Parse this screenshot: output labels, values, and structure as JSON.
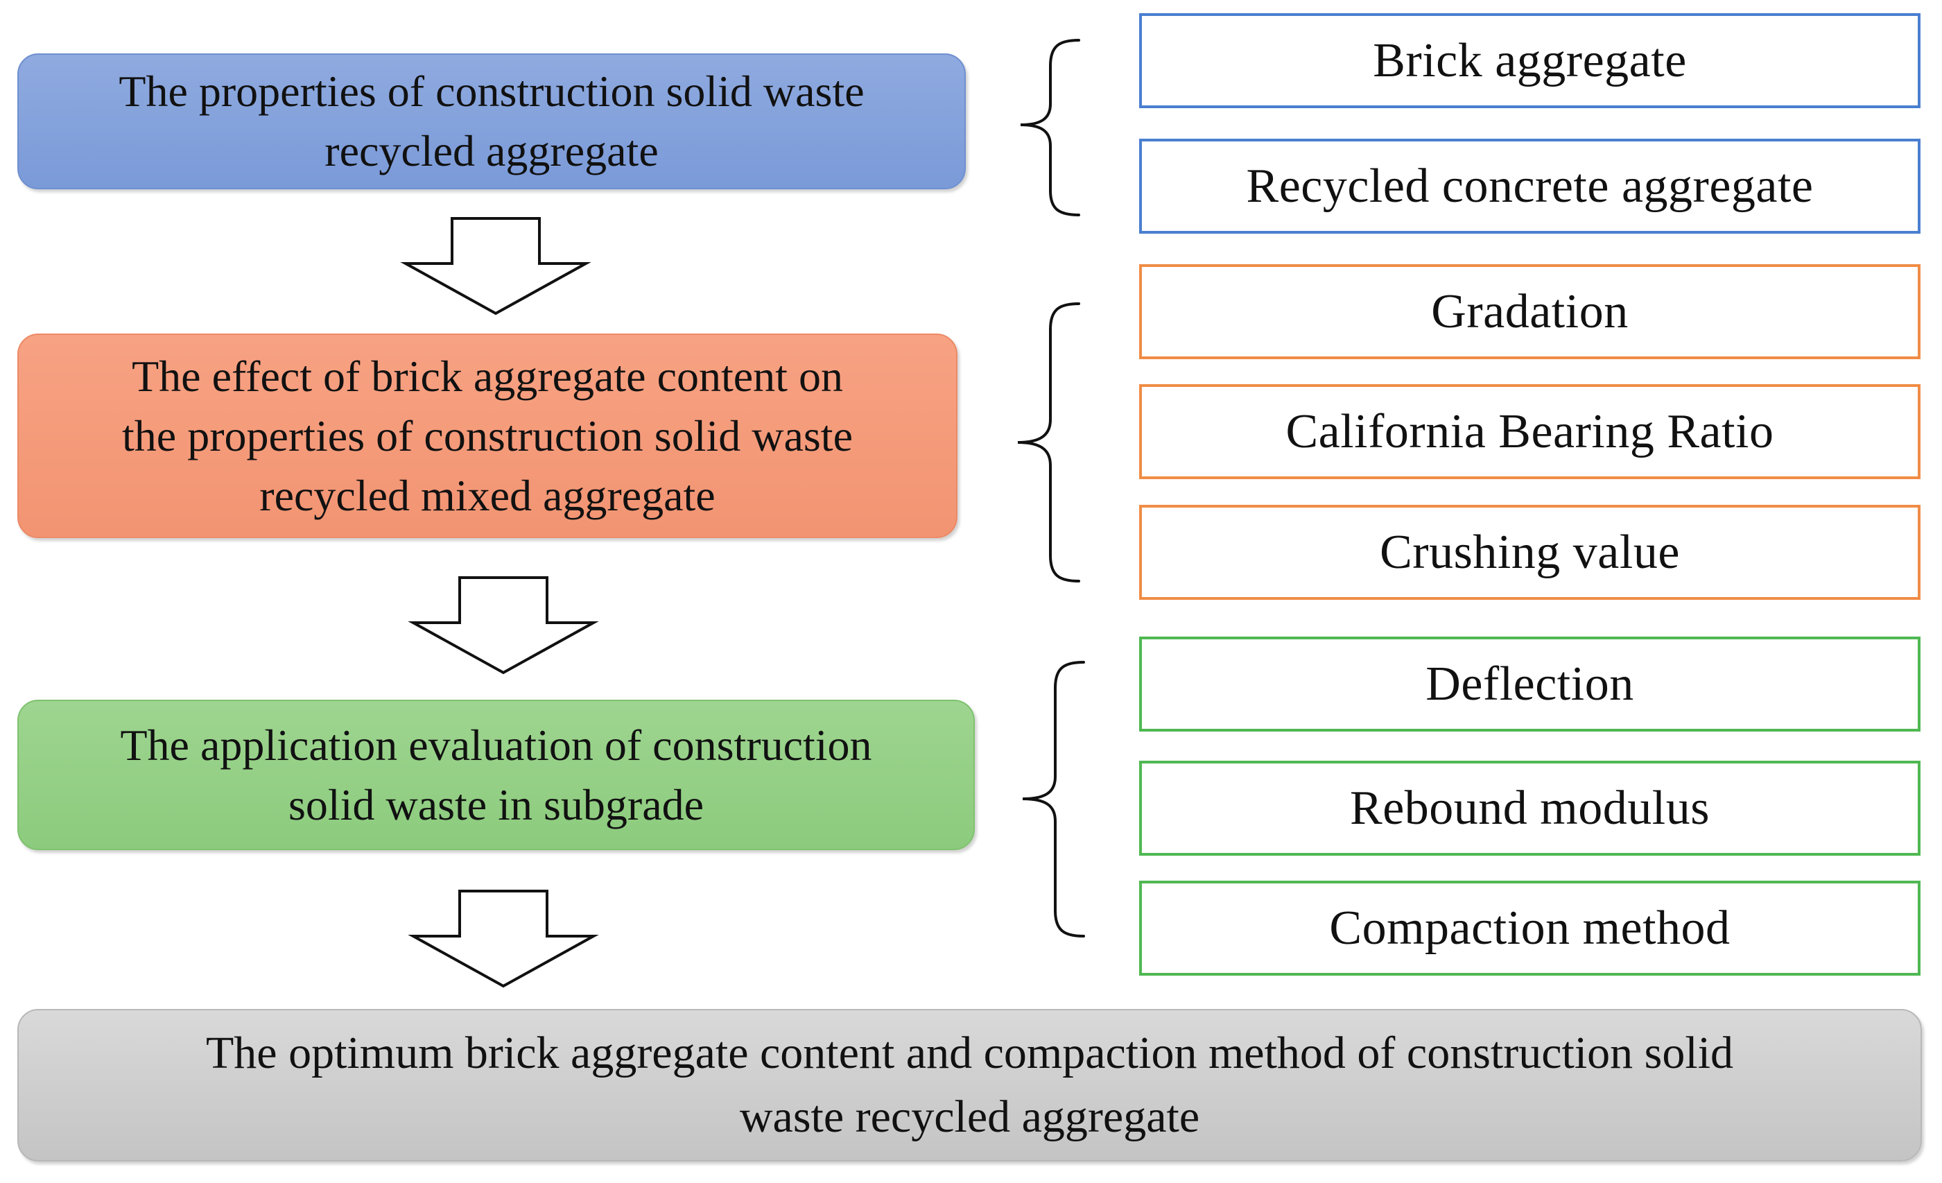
{
  "flow": {
    "steps": [
      {
        "lines": [
          "The properties of construction solid waste",
          "recycled aggregate"
        ]
      },
      {
        "lines": [
          "The effect of brick aggregate content on",
          "the properties of construction solid waste",
          "recycled mixed aggregate"
        ]
      },
      {
        "lines": [
          "The application evaluation of construction",
          "solid waste in subgrade"
        ]
      }
    ],
    "result": {
      "lines": [
        "The optimum brick aggregate content and compaction method of construction solid",
        "waste recycled aggregate"
      ]
    }
  },
  "groups": [
    {
      "color": "#4a7fd0",
      "items": [
        "Brick aggregate",
        "Recycled concrete aggregate"
      ]
    },
    {
      "color": "#f08c46",
      "items": [
        "Gradation",
        "California Bearing Ratio",
        "Crushing value"
      ]
    },
    {
      "color": "#4fb852",
      "items": [
        "Deflection",
        "Rebound modulus",
        "Compaction method"
      ]
    }
  ],
  "icons": [
    "down-arrow-icon",
    "curly-brace-icon"
  ]
}
